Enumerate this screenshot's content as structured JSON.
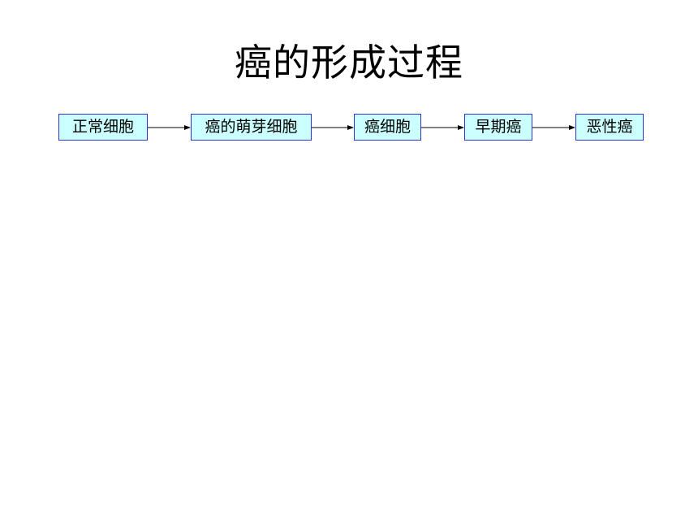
{
  "title": "癌的形成过程",
  "flow": {
    "steps": [
      {
        "label": "正常细胞"
      },
      {
        "label": "癌的萌芽细胞"
      },
      {
        "label": "癌细胞"
      },
      {
        "label": "早期癌"
      },
      {
        "label": "恶性癌"
      }
    ]
  },
  "colors": {
    "node_fill": "#ccffff",
    "node_border": "#3030d8",
    "arrow": "#000000"
  }
}
